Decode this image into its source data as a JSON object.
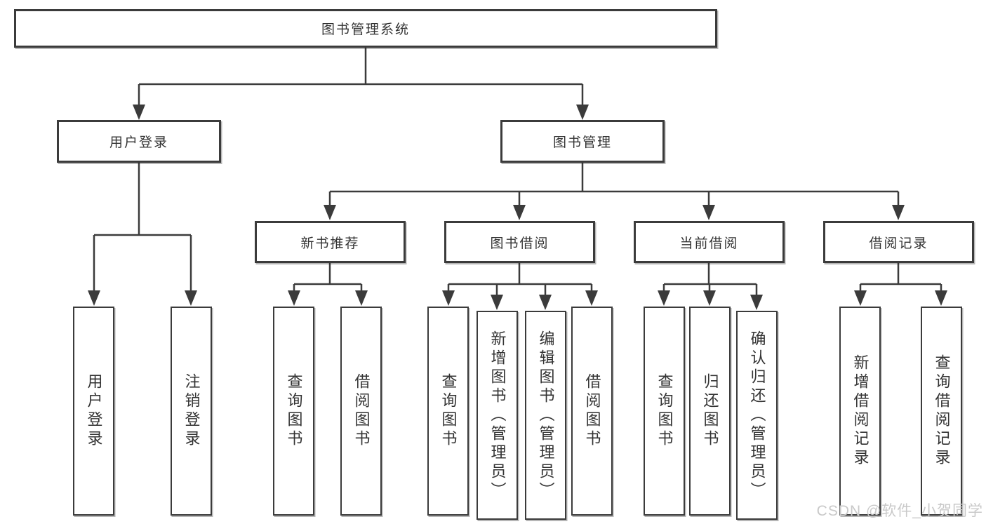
{
  "tree": {
    "label": "图书管理系统",
    "children": [
      {
        "label": "用户登录",
        "children": [
          {
            "label": "用户登录"
          },
          {
            "label": "注销登录"
          }
        ]
      },
      {
        "label": "图书管理",
        "children": [
          {
            "label": "新书推荐",
            "children": [
              {
                "label": "查询图书"
              },
              {
                "label": "借阅图书"
              }
            ]
          },
          {
            "label": "图书借阅",
            "children": [
              {
                "label": "查询图书"
              },
              {
                "label": "新增图书（管理员）"
              },
              {
                "label": "编辑图书（管理员）"
              },
              {
                "label": "借阅图书"
              }
            ]
          },
          {
            "label": "当前借阅",
            "children": [
              {
                "label": "查询图书"
              },
              {
                "label": "归还图书"
              },
              {
                "label": "确认归还（管理员）"
              }
            ]
          },
          {
            "label": "借阅记录",
            "children": [
              {
                "label": "新增借阅记录"
              },
              {
                "label": "查询借阅记录"
              }
            ]
          }
        ]
      }
    ]
  },
  "watermark": {
    "text": "CSDN @软件_小贺同学"
  },
  "colors": {
    "line": "#3b3b3b",
    "text": "#333333",
    "watermark": "#c9c9c9",
    "background": "#ffffff"
  }
}
